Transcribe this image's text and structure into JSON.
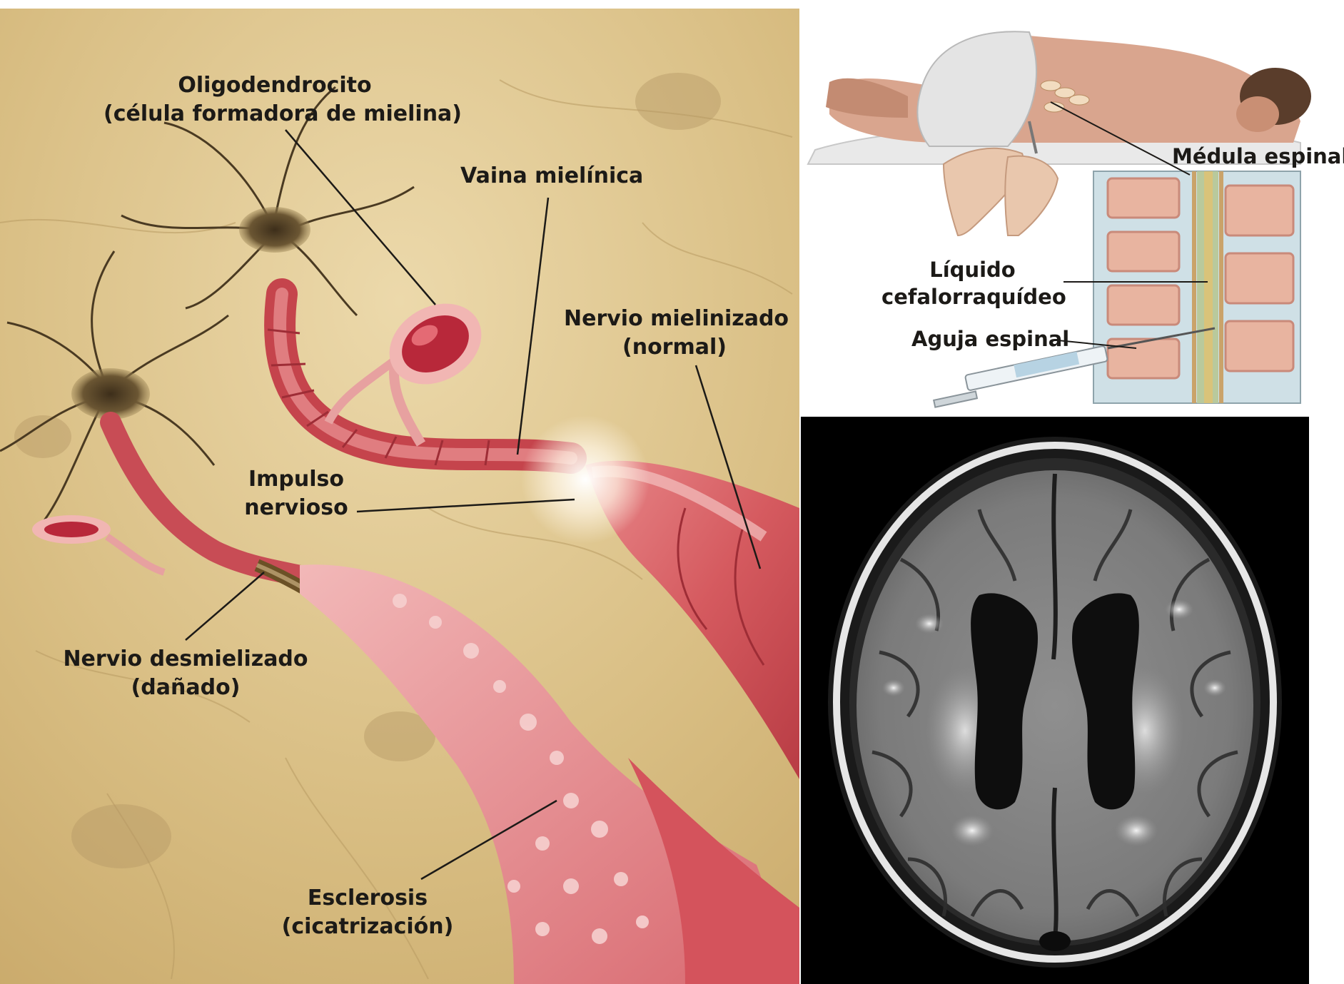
{
  "nerve_panel": {
    "oligodendrocyte": [
      "Oligodendrocito",
      "(célula formadora de mielina)"
    ],
    "myelin_sheath": "Vaina mielínica",
    "myelinated_nerve": [
      "Nervio mielinizado",
      "(normal)"
    ],
    "nerve_impulse": [
      "Impulso",
      "nervioso"
    ],
    "demyelinated_nerve": [
      "Nervio desmielizado",
      "(dañado)"
    ],
    "sclerosis": [
      "Esclerosis",
      "(cicatrización)"
    ]
  },
  "puncture_panel": {
    "spinal_cord": "Médula espinal",
    "csf": [
      "Líquido",
      "cefalorraquídeo"
    ],
    "spinal_needle": "Aguja espinal"
  },
  "colors": {
    "nerve_background": "#d9bf86",
    "myelin": "#d45a5e",
    "myelin_light": "#f0a9a6",
    "neuron_body": "#5c4a2e",
    "mri_background": "#000000"
  }
}
